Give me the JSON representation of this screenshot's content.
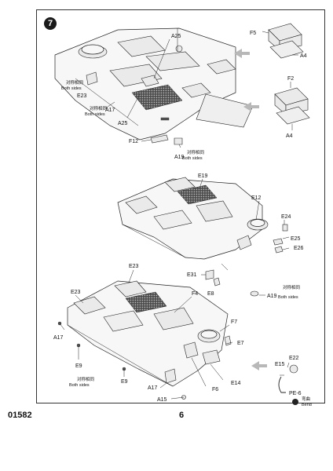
{
  "step": {
    "number": "7"
  },
  "footer": {
    "product_code": "01582",
    "page_number": "6"
  },
  "labels": {
    "f5": "F5",
    "a4_top": "A4",
    "f2": "F2",
    "a4_second": "A4",
    "a25_top": "A25",
    "a25_left": "A25",
    "e23_top": "E23",
    "a17_top": "A17",
    "f12": "F12",
    "a19_top": "A19",
    "e19": "E19",
    "e12": "E12",
    "e24": "E24",
    "e25": "E25",
    "e26": "E26",
    "e31": "E31",
    "e8_mid": "E8",
    "a19_mid": "A19",
    "e23_bottom": "E23",
    "e23_bottom_left": "E23",
    "f4": "F4",
    "a17_bottom": "A17",
    "e9_left": "E9",
    "e9_mid": "E9",
    "f7": "F7",
    "e7": "E7",
    "e14": "E14",
    "f6": "F6",
    "a17_lower": "A17",
    "a15": "A15",
    "e22": "E22",
    "e15": "E15",
    "pe6": "PE-6",
    "bend": "Bend"
  },
  "notes": {
    "both_sides_cn": "对称相同",
    "both_sides_en": "Both sides",
    "bend_cn": "弯曲"
  },
  "icons": {
    "assembly_arrow": "assembly-arrow-icon",
    "bend_symbol": "bend-icon"
  },
  "colors": {
    "line": "#222222",
    "arrow": "#b8b8b8",
    "badge": "#1a1a1a"
  }
}
